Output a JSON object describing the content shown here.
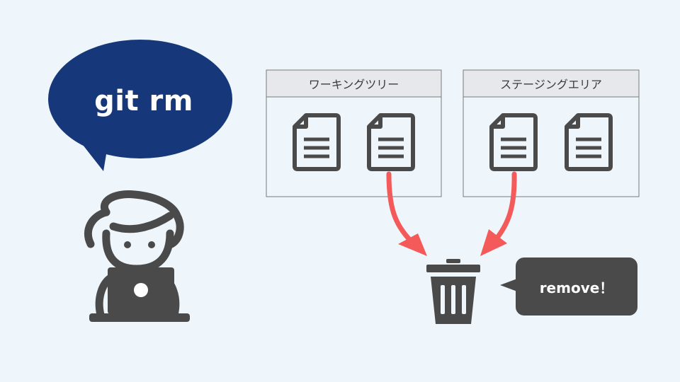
{
  "speech_bubble": {
    "text": "git rm"
  },
  "panels": [
    {
      "title": "ワーキングツリー"
    },
    {
      "title": "ステージングエリア"
    }
  ],
  "callout": {
    "text": "remove！"
  },
  "colors": {
    "background": "#eef5fb",
    "bubble": "#16377a",
    "panel_header": "#e6e8ec",
    "icon": "#4a4a4a",
    "arrow": "#f45a5a",
    "callout": "#4a4a4a"
  },
  "icons": [
    "person-at-laptop-icon",
    "document-icon",
    "trash-can-icon"
  ]
}
